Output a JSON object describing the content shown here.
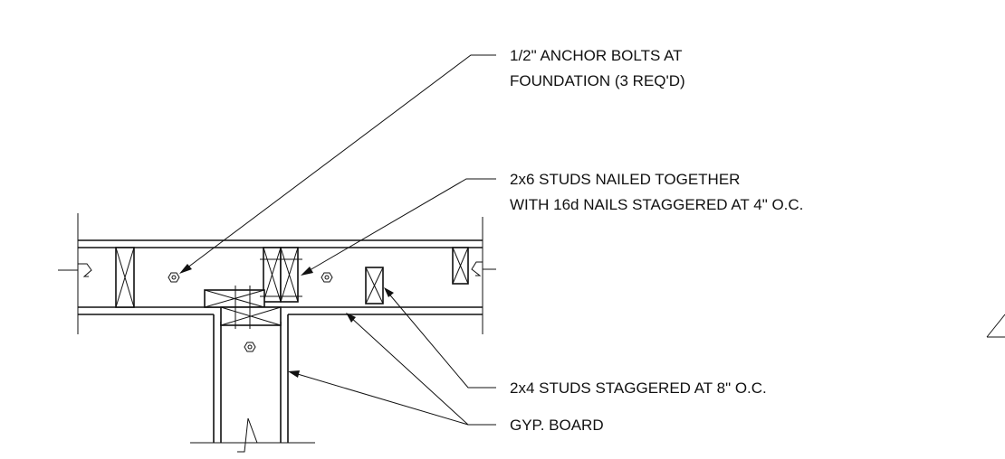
{
  "labels": {
    "anchor_bolts_line1": "1/2\" ANCHOR BOLTS AT",
    "anchor_bolts_line2": "FOUNDATION (3 REQ'D)",
    "studs_2x6_line1": "2x6 STUDS NAILED TOGETHER",
    "studs_2x6_line2": "WITH 16d NAILS STAGGERED AT 4\" O.C.",
    "studs_2x4": "2x4 STUDS STAGGERED AT 8\" O.C.",
    "gyp_board": "GYP. BOARD"
  },
  "colors": {
    "line": "#111111",
    "background": "#ffffff"
  }
}
